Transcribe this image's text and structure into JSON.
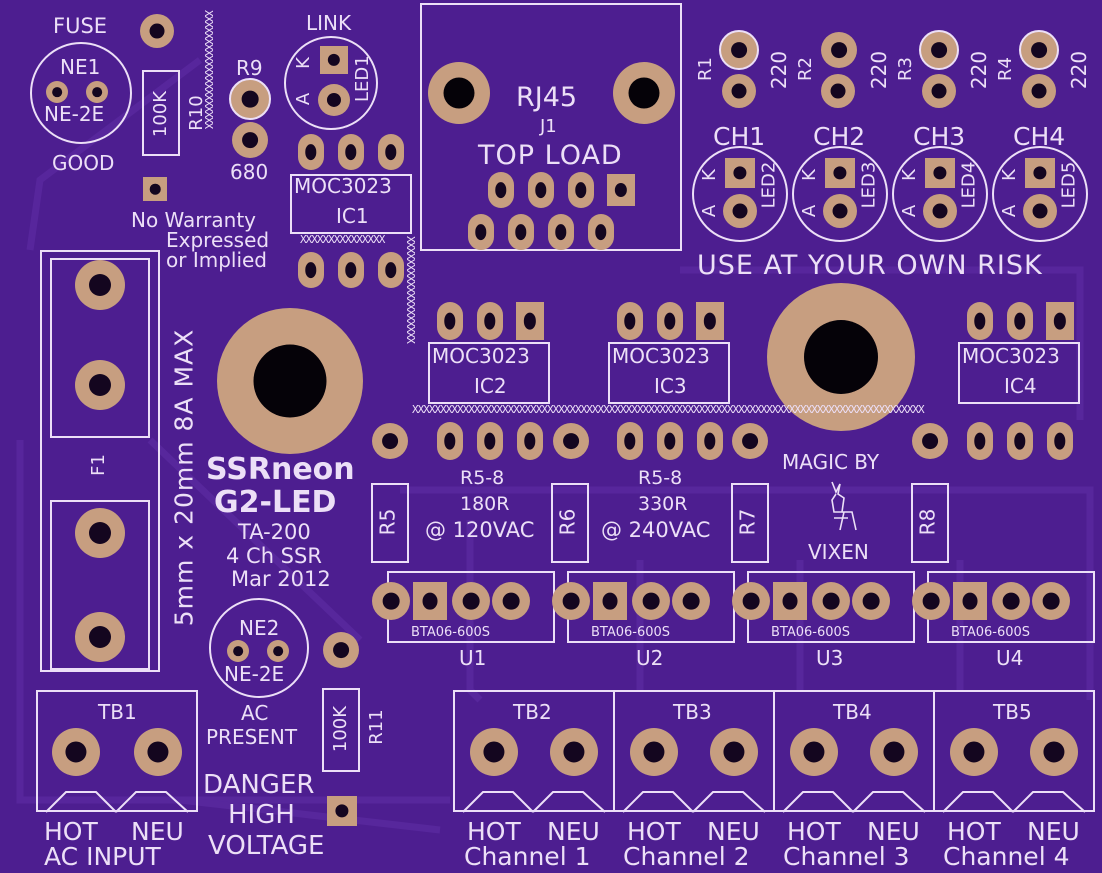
{
  "fuse": {
    "label": "FUSE",
    "ne": "NE1",
    "ne_part": "NE-2E",
    "good": "GOOD"
  },
  "r10": {
    "value": "100K",
    "ref": "R10"
  },
  "r9": {
    "ref": "R9",
    "value": "680"
  },
  "link": {
    "label": "LINK",
    "k": "K",
    "a": "A",
    "ref": "LED1"
  },
  "warranty": [
    "No Warranty",
    "Expressed",
    "or Implied"
  ],
  "ic1": {
    "part": "MOC3023",
    "ref": "IC1"
  },
  "rj45": {
    "title": "RJ45",
    "ref": "J1",
    "sub": "TOP LOAD"
  },
  "resistors_top": [
    {
      "ref": "R1",
      "value": "220"
    },
    {
      "ref": "R2",
      "value": "220"
    },
    {
      "ref": "R3",
      "value": "220"
    },
    {
      "ref": "R4",
      "value": "220"
    }
  ],
  "channel_leds": [
    {
      "ch": "CH1",
      "led": "LED2"
    },
    {
      "ch": "CH2",
      "led": "LED3"
    },
    {
      "ch": "CH3",
      "led": "LED4"
    },
    {
      "ch": "CH4",
      "led": "LED5"
    }
  ],
  "k_label": "K",
  "a_label": "A",
  "risk": "USE AT YOUR OWN RISK",
  "fuse_spec": "5mm x 20mm 8A MAX",
  "f1": "F1",
  "brand": {
    "name": "SSRneon",
    "model": "G2-LED",
    "code": "TA-200",
    "desc": "4 Ch SSR",
    "date": "Mar 2012"
  },
  "ics": [
    {
      "part": "MOC3023",
      "ref": "IC2"
    },
    {
      "part": "MOC3023",
      "ref": "IC3"
    },
    {
      "part": "MOC3023",
      "ref": "IC4"
    }
  ],
  "res_note": {
    "line1": "R5-8",
    "line2a": "180R",
    "line3a": "@ 120VAC",
    "line2b": "330R",
    "line3b": "@ 240VAC"
  },
  "magic": {
    "by": "MAGIC BY",
    "name": "VIXEN"
  },
  "res_refs": [
    "R5",
    "R6",
    "R7",
    "R8"
  ],
  "triacs": [
    {
      "part": "BTA06-600S",
      "ref": "U1"
    },
    {
      "part": "BTA06-600S",
      "ref": "U2"
    },
    {
      "part": "BTA06-600S",
      "ref": "U3"
    },
    {
      "part": "BTA06-600S",
      "ref": "U4"
    }
  ],
  "ne2": {
    "ref": "NE2",
    "part": "NE-2E",
    "ac": "AC",
    "present": "PRESENT"
  },
  "r11": {
    "value": "100K",
    "ref": "R11"
  },
  "tb1": {
    "ref": "TB1",
    "hot": "HOT",
    "neu": "NEU",
    "label": "AC INPUT"
  },
  "danger": [
    "DANGER",
    "HIGH",
    "VOLTAGE"
  ],
  "terminals": [
    {
      "ref": "TB2",
      "hot": "HOT",
      "neu": "NEU",
      "label": "Channel 1"
    },
    {
      "ref": "TB3",
      "hot": "HOT",
      "neu": "NEU",
      "label": "Channel 2"
    },
    {
      "ref": "TB4",
      "hot": "HOT",
      "neu": "NEU",
      "label": "Channel 3"
    },
    {
      "ref": "TB5",
      "hot": "HOT",
      "neu": "NEU",
      "label": "Channel 4"
    }
  ],
  "colors": {
    "board": "#4d1e90",
    "silk": "#ecdff7",
    "copper": "#c79e80",
    "drill": "#14061f"
  }
}
